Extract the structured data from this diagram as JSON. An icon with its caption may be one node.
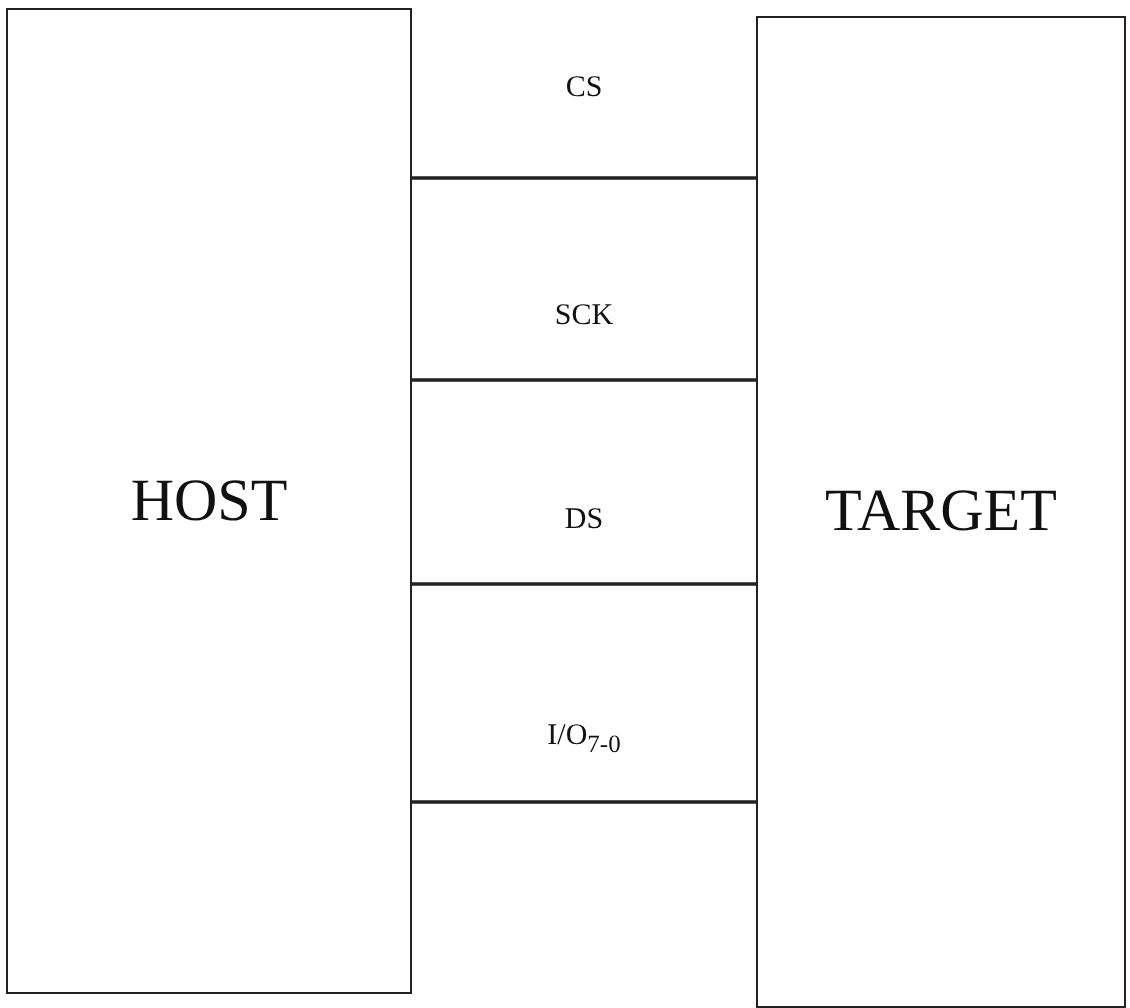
{
  "diagram": {
    "nodes": [
      {
        "text": [
          "HOST"
        ]
      },
      {
        "text": [
          "TARGET"
        ]
      }
    ],
    "edges": [
      {
        "from": 0,
        "to": 1,
        "arrow": "none",
        "label": "CS"
      },
      {
        "from": 0,
        "to": 1,
        "arrow": "none",
        "label": "SCK"
      },
      {
        "from": 0,
        "to": 1,
        "arrow": "none",
        "label": "DS"
      },
      {
        "from": 0,
        "to": 1,
        "arrow": "none",
        "label": "I/O$_{7-0}$"
      }
    ]
  }
}
